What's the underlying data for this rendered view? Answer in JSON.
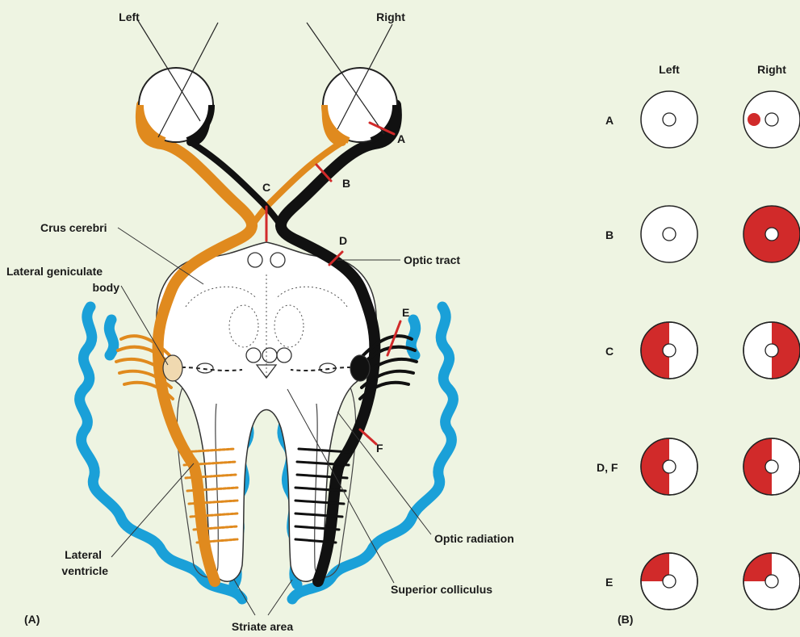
{
  "colors": {
    "background": "#eef4e2",
    "left_pathway": "#e08a1e",
    "right_pathway": "#111111",
    "cortex": "#1aa0d8",
    "lesion": "#d12a2a",
    "brainstem_fill": "#ffffff"
  },
  "panel_a": {
    "label": "(A)",
    "eye_labels": {
      "left": "Left",
      "right": "Right"
    },
    "lesion_letters": [
      "A",
      "B",
      "C",
      "D",
      "E",
      "F"
    ],
    "structures": {
      "crus_cerebri": "Crus cerebri",
      "lateral_geniculate_line1": "Lateral geniculate",
      "lateral_geniculate_line2": "body",
      "optic_tract": "Optic tract",
      "lateral_ventricle_line1": "Lateral",
      "lateral_ventricle_line2": "ventricle",
      "optic_radiation": "Optic radiation",
      "superior_colliculus": "Superior colliculus",
      "striate_area": "Striate area"
    }
  },
  "panel_b": {
    "label": "(B)",
    "column_headers": {
      "left": "Left",
      "right": "Right"
    },
    "rows": [
      {
        "label": "A",
        "left_deficit": "none",
        "right_deficit": "central scotoma"
      },
      {
        "label": "B",
        "left_deficit": "none",
        "right_deficit": "complete blindness"
      },
      {
        "label": "C",
        "left_deficit": "temporal hemianopia",
        "right_deficit": "temporal hemianopia"
      },
      {
        "label": "D, F",
        "left_deficit": "left homonymous hemianopia",
        "right_deficit": "left homonymous hemianopia"
      },
      {
        "label": "E",
        "left_deficit": "upper left quadrantanopia",
        "right_deficit": "upper left quadrantanopia"
      }
    ]
  }
}
